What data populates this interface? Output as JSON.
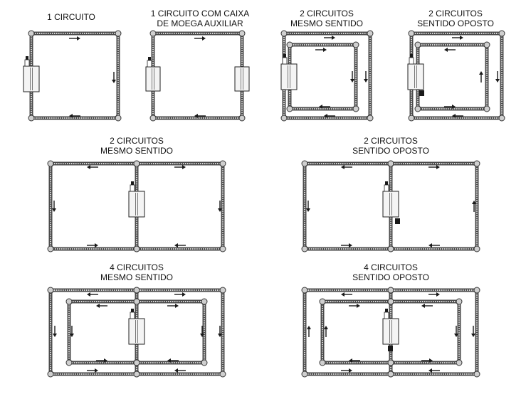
{
  "colors": {
    "track": "#4a4a4a",
    "track_fill": "#d9d9d9",
    "ink": "#1a1a1a",
    "box_fill": "#f4f4f4"
  },
  "diagrams": [
    {
      "name": "panel-1-circuito",
      "lines": [
        "1 CIRCUITO"
      ]
    },
    {
      "name": "panel-1-circuito-caixa-auxiliar",
      "lines": [
        "1 CIRCUITO COM CAIXA",
        "DE MOEGA AUXILIAR"
      ]
    },
    {
      "name": "panel-2-circuitos-mesmo-sentido-nested",
      "lines": [
        "2 CIRCUITOS",
        "MESMO SENTIDO"
      ]
    },
    {
      "name": "panel-2-circuitos-sentido-oposto-nested",
      "lines": [
        "2 CIRCUITOS",
        "SENTIDO OPOSTO"
      ]
    },
    {
      "name": "panel-2-circuitos-mesmo-sentido-side",
      "lines": [
        "2 CIRCUITOS",
        "MESMO SENTIDO"
      ]
    },
    {
      "name": "panel-2-circuitos-sentido-oposto-side",
      "lines": [
        "2 CIRCUITOS",
        "SENTIDO OPOSTO"
      ]
    },
    {
      "name": "panel-4-circuitos-mesmo-sentido",
      "lines": [
        "4 CIRCUITOS",
        "MESMO SENTIDO"
      ]
    },
    {
      "name": "panel-4-circuitos-sentido-oposto",
      "lines": [
        "4 CIRCUITOS",
        "SENTIDO OPOSTO"
      ]
    }
  ]
}
